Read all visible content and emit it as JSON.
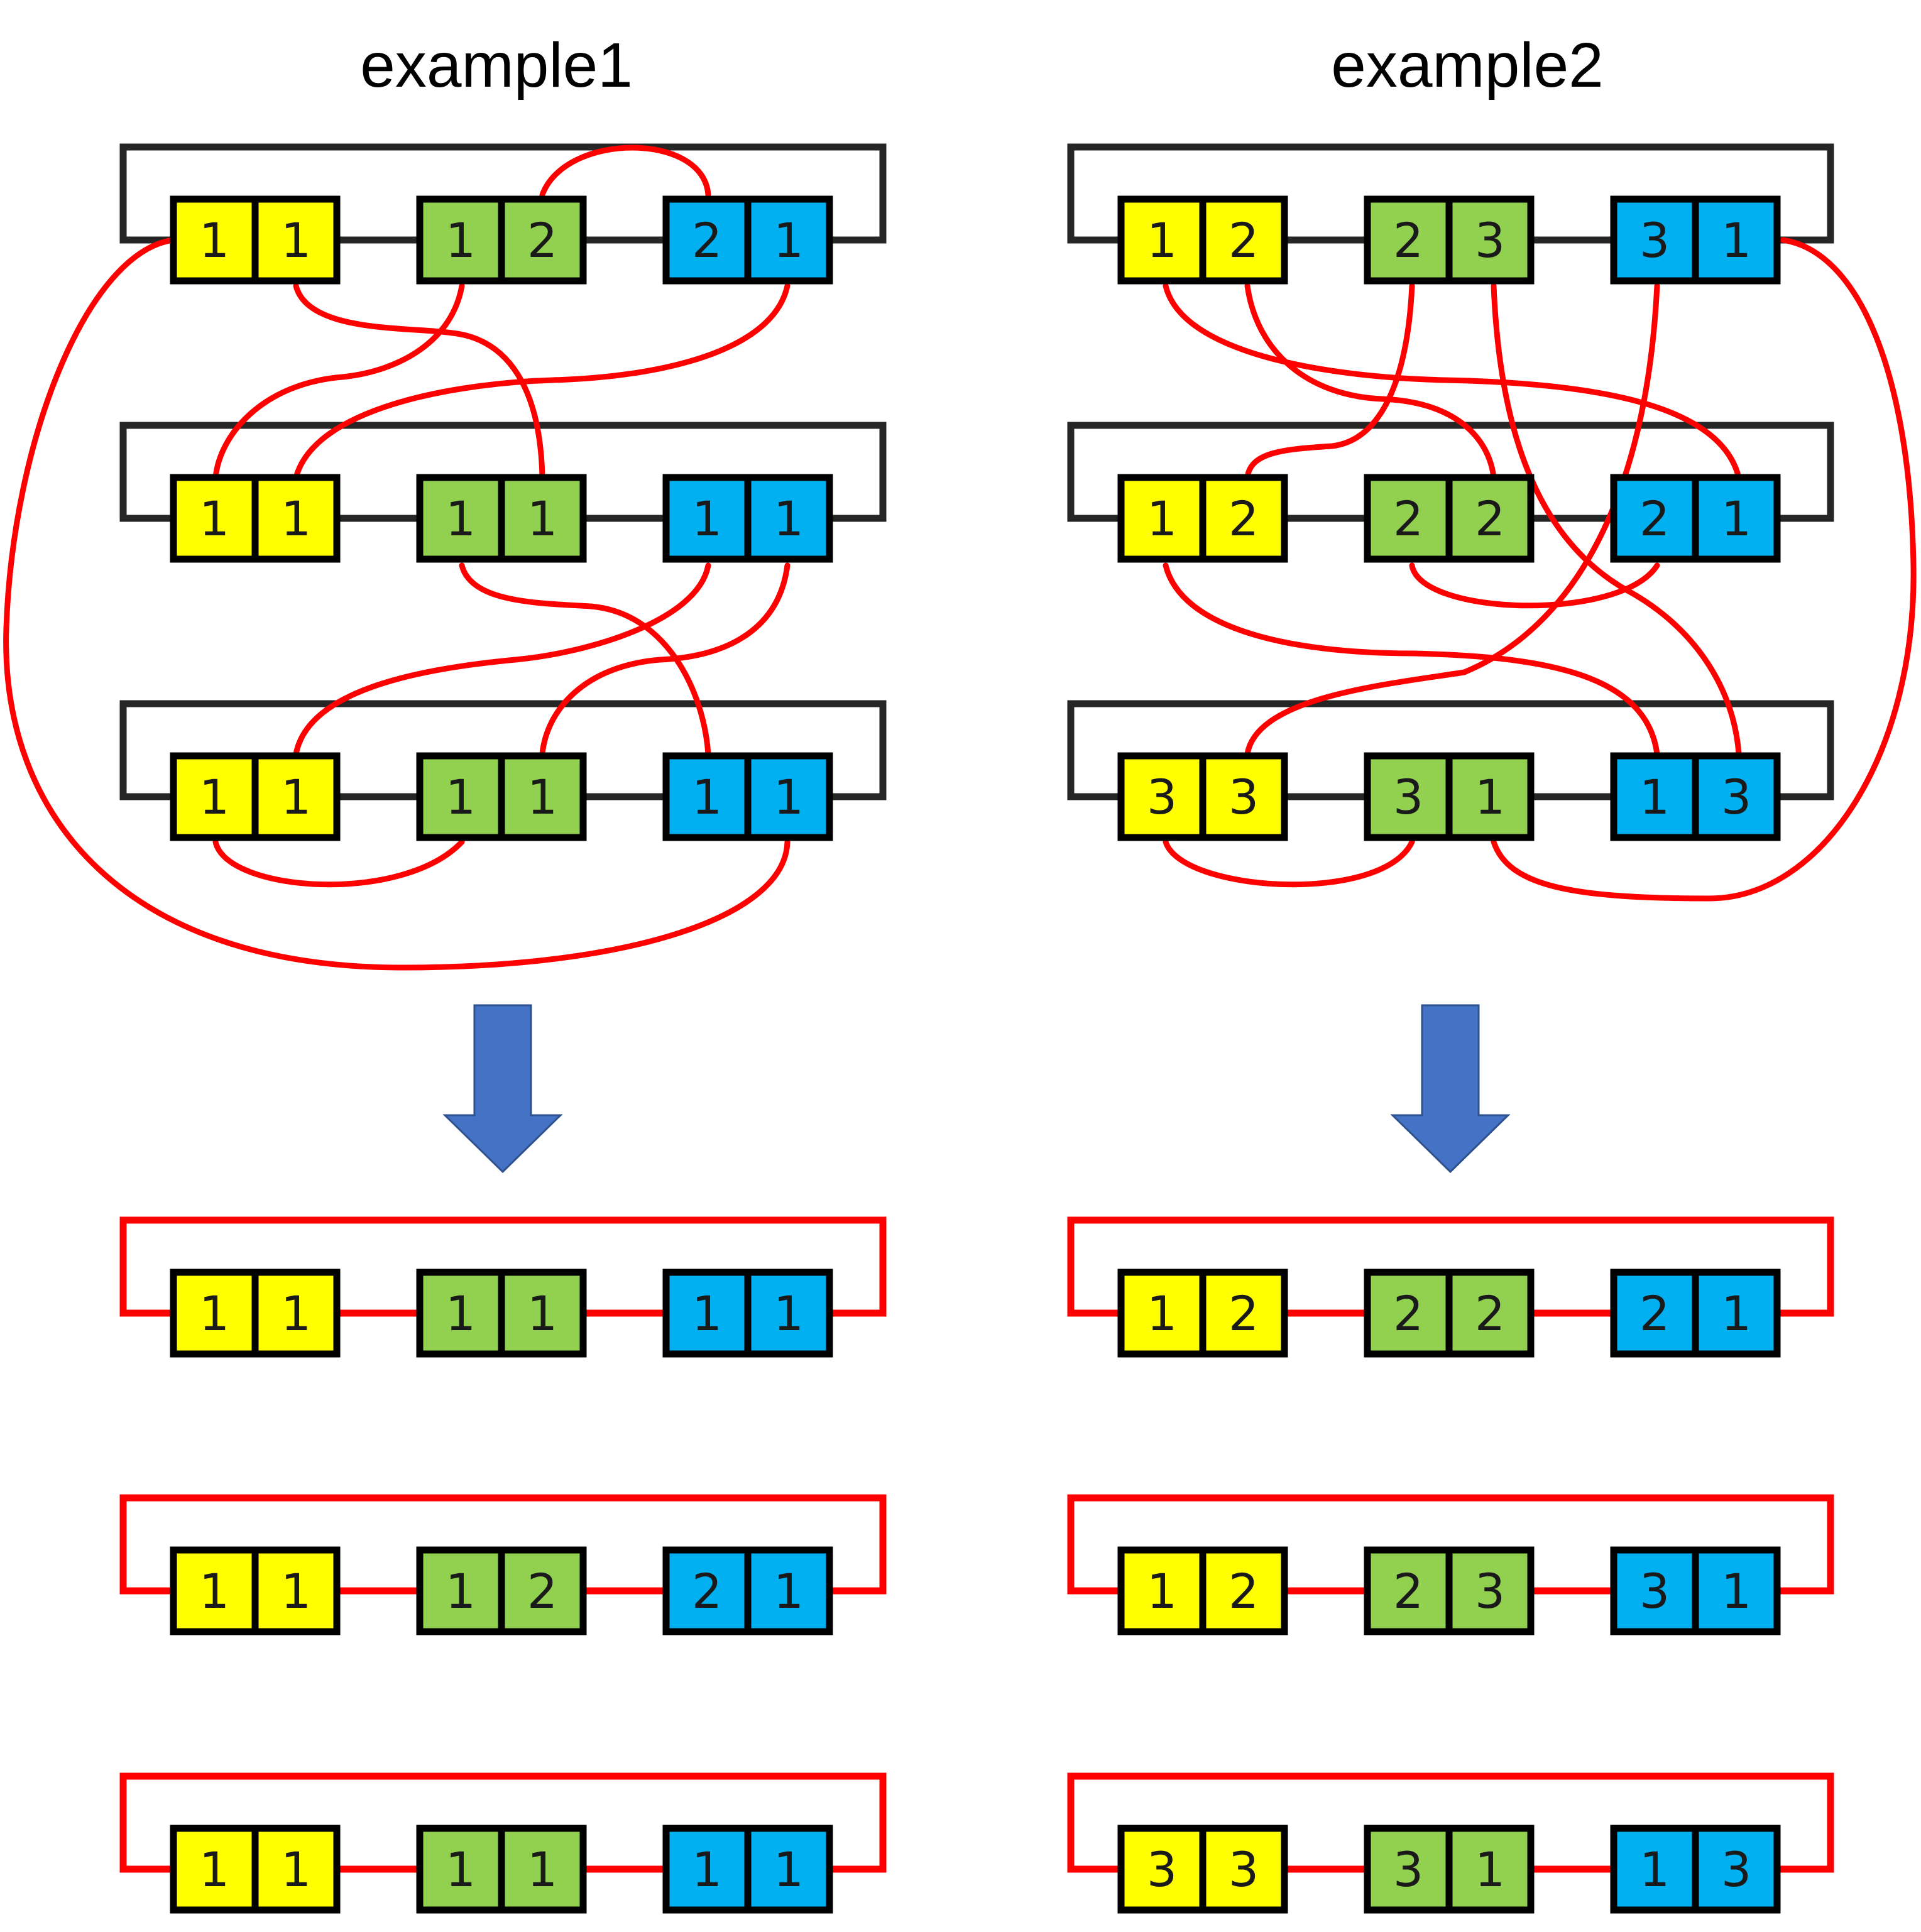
{
  "titles": [
    "example1",
    "example2"
  ],
  "colors": {
    "yellow": "#FFFF00",
    "green": "#92D050",
    "blue": "#00B0F0",
    "cell_border": "#000000",
    "frame_gray": "#262626",
    "cable_red": "#FF0000",
    "arrow_blue": "#4472C4"
  },
  "examples": [
    {
      "name": "example1",
      "top_rows": [
        [
          [
            "1",
            "1"
          ],
          [
            "1",
            "2"
          ],
          [
            "2",
            "1"
          ]
        ],
        [
          [
            "1",
            "1"
          ],
          [
            "1",
            "1"
          ],
          [
            "1",
            "1"
          ]
        ],
        [
          [
            "1",
            "1"
          ],
          [
            "1",
            "1"
          ],
          [
            "1",
            "1"
          ]
        ]
      ],
      "bottom_rows": [
        [
          [
            "1",
            "1"
          ],
          [
            "1",
            "1"
          ],
          [
            "1",
            "1"
          ]
        ],
        [
          [
            "1",
            "1"
          ],
          [
            "1",
            "2"
          ],
          [
            "2",
            "1"
          ]
        ],
        [
          [
            "1",
            "1"
          ],
          [
            "1",
            "1"
          ],
          [
            "1",
            "1"
          ]
        ]
      ]
    },
    {
      "name": "example2",
      "top_rows": [
        [
          [
            "1",
            "2"
          ],
          [
            "2",
            "3"
          ],
          [
            "3",
            "1"
          ]
        ],
        [
          [
            "1",
            "2"
          ],
          [
            "2",
            "2"
          ],
          [
            "2",
            "1"
          ]
        ],
        [
          [
            "3",
            "3"
          ],
          [
            "3",
            "1"
          ],
          [
            "1",
            "3"
          ]
        ]
      ],
      "bottom_rows": [
        [
          [
            "1",
            "2"
          ],
          [
            "2",
            "2"
          ],
          [
            "2",
            "1"
          ]
        ],
        [
          [
            "1",
            "2"
          ],
          [
            "2",
            "3"
          ],
          [
            "3",
            "1"
          ]
        ],
        [
          [
            "3",
            "3"
          ],
          [
            "3",
            "1"
          ],
          [
            "1",
            "3"
          ]
        ]
      ]
    }
  ],
  "block_colors": [
    "yellow",
    "green",
    "blue"
  ]
}
